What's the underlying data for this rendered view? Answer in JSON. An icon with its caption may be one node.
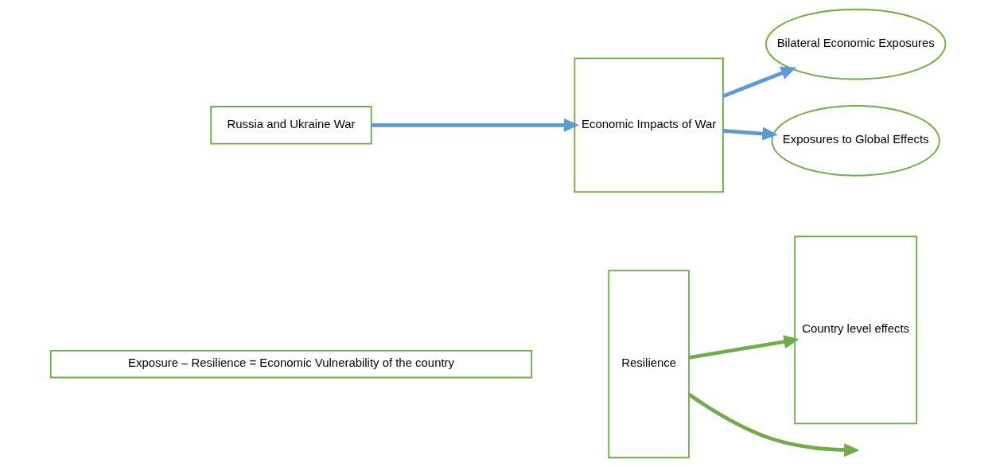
{
  "diagram": {
    "nodes": [
      {
        "text": [
          "Exposure – Resilience = Economic Vulnerability of the country"
        ]
      },
      {
        "text": [
          "Russia and Ukraine War"
        ]
      },
      {
        "text": [
          "Economic Impacts of War"
        ]
      },
      {
        "text": [
          "Bilateral Economic Exposures"
        ]
      },
      {
        "text": [
          "Exposures to Global Effects"
        ]
      },
      {
        "text": [
          "Resilience"
        ]
      },
      {
        "text": [
          "Country level effects"
        ]
      }
    ],
    "edges": [
      {
        "from": 1,
        "to": 2,
        "arrow": "to"
      },
      {
        "from": 2,
        "to": 3,
        "arrow": "to"
      },
      {
        "from": 2,
        "to": 4,
        "arrow": "to"
      },
      {
        "from": 5,
        "to": 6,
        "arrow": "to",
        "color": "#70ad47"
      },
      {
        "from": 5,
        "to": null,
        "arrow": "to",
        "color": "#70ad47"
      }
    ]
  }
}
